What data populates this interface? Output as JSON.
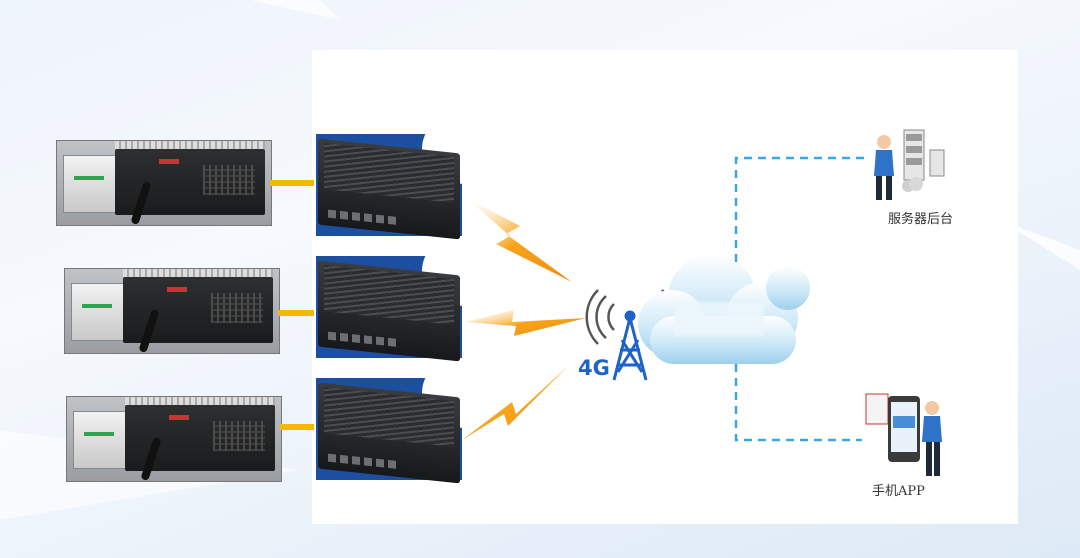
{
  "labels": {
    "network": "4G",
    "server": "服务器后台",
    "mobile": "手机APP"
  },
  "icons": {
    "plc": "plc-controller-icon",
    "gateway": "industrial-gateway-icon",
    "lightning": "wireless-lightning-icon",
    "tower": "cell-tower-icon",
    "cloud": "cloud-icon",
    "server": "server-admin-icon",
    "phone": "phone-user-icon"
  },
  "colors": {
    "link": "#f5b800",
    "lightning": "#f39a16",
    "dash": "#3aa8e0",
    "gateway_bg": "#1d4fa0",
    "tower": "#1f63c6"
  }
}
